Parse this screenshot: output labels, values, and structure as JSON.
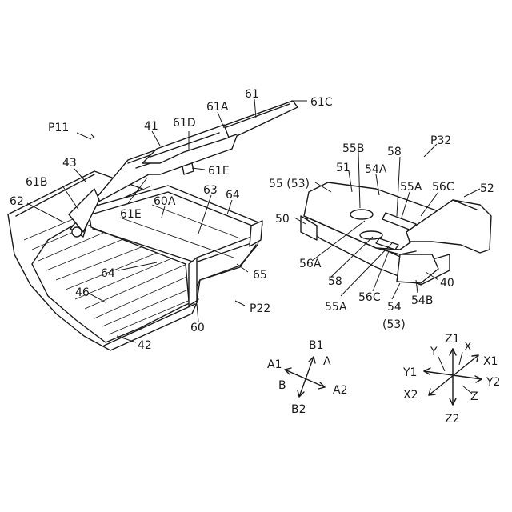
{
  "labels": {
    "p11": "P11",
    "n43": "43",
    "n61B": "61B",
    "n62": "62",
    "n41": "41",
    "n61D": "61D",
    "n61A": "61A",
    "n61": "61",
    "n61C": "61C",
    "n61E_a": "61E",
    "n61E_b": "61E",
    "n60A": "60A",
    "n63": "63",
    "n64_a": "64",
    "n64_b": "64",
    "n65": "65",
    "n46": "46",
    "n60": "60",
    "n42": "42",
    "p22": "P22",
    "p32": "P32",
    "n55B": "55B",
    "n58_a": "58",
    "n51": "51",
    "n54A": "54A",
    "n55_53": "55 (53)",
    "n55A_a": "55A",
    "n56C_a": "56C",
    "n52": "52",
    "n50": "50",
    "n56A": "56A",
    "n58_b": "58",
    "n55A_b": "55A",
    "n56C_b": "56C",
    "n54": "54",
    "n53": "(53)",
    "n40": "40",
    "n54B": "54B"
  },
  "axes_left": {
    "b1": "B1",
    "a1": "A1",
    "a": "A",
    "b": "B",
    "a2": "A2",
    "b2": "B2"
  },
  "axes_right": {
    "z1": "Z1",
    "y": "Y",
    "x": "X",
    "x1": "X1",
    "y1": "Y1",
    "y2": "Y2",
    "x2": "X2",
    "z": "Z",
    "z2": "Z2"
  }
}
